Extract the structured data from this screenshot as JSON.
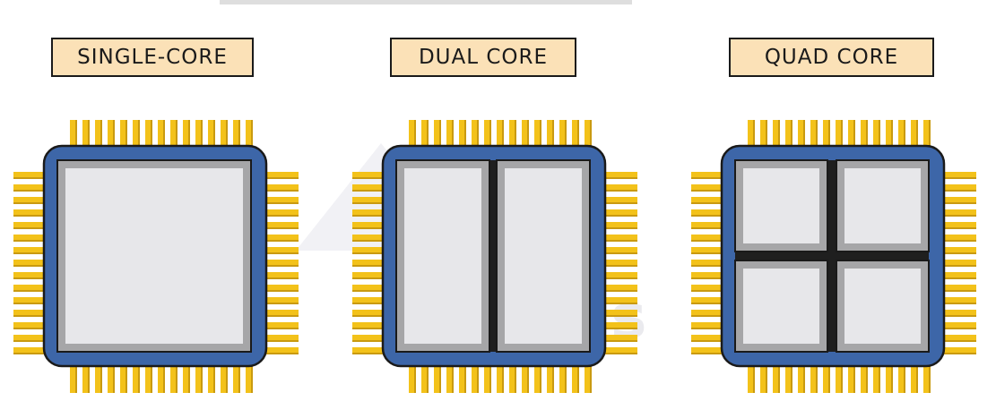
{
  "watermark": {
    "line1": "Save My",
    "line2": "Exams"
  },
  "colors": {
    "label_fill": "#fbe1b7",
    "package": "#3d66a8",
    "pin": "#f3c21a",
    "pin_dark": "#c99a10",
    "core_fill": "#e7e7ea",
    "core_shadow": "#a6a6a8"
  },
  "chips": [
    {
      "id": "single",
      "label": "SINGLE-CORE",
      "cores": 1
    },
    {
      "id": "dual",
      "label": "DUAL CORE",
      "cores": 2
    },
    {
      "id": "quad",
      "label": "QUAD CORE",
      "cores": 4
    }
  ]
}
